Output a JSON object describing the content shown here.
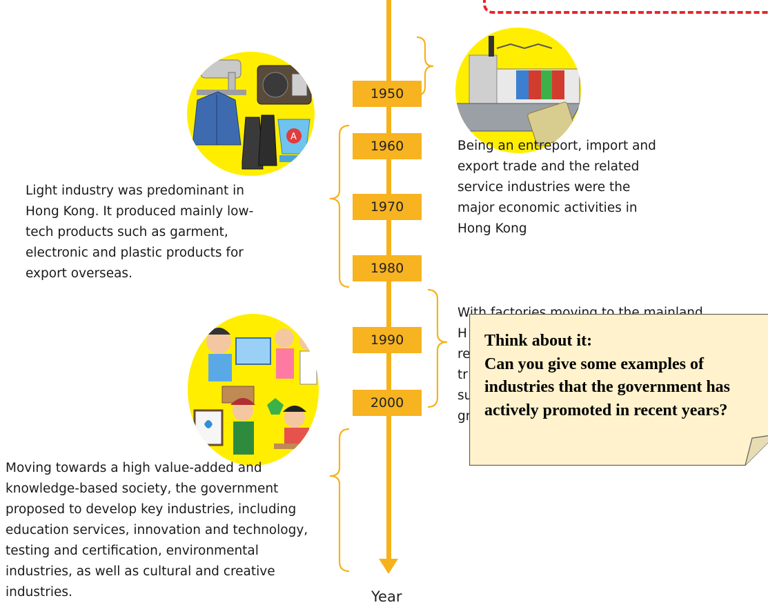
{
  "timeline": {
    "years": [
      "1950",
      "1960",
      "1970",
      "1980",
      "1990",
      "2000"
    ],
    "axis_label": "Year"
  },
  "entries": {
    "entrepot": "Being an entreport, import and export trade and the related service industries were the major economic activities in Hong Kong",
    "light_industry": "Light industry was predominant in Hong Kong. It produced mainly low-tech products such as garment, electronic and plastic products for export overseas.",
    "factories_moving": "With factories moving to the mainland,",
    "high_value": "Moving towards a high value-added and knowledge-based society, the government proposed to develop key industries, including education services, innovation and technology, testing and certification, environmental industries, as well as cultural and creative industries."
  },
  "callout": {
    "title": "Think about it:",
    "body": "Can you give some examples of industries that the government has actively promoted in recent years?"
  },
  "colors": {
    "timeline": "#f5b21a",
    "year_box": "#f7b320",
    "sun": "#ffee00",
    "callout_fill": "#fff2cc",
    "callout_border": "#5a5a5a",
    "dashed_border": "#e8242e"
  }
}
